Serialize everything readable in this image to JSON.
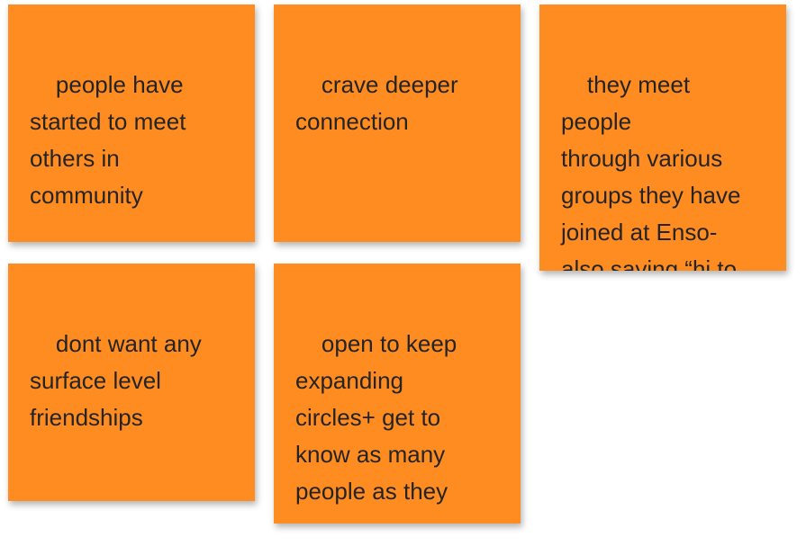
{
  "notes": [
    {
      "text": "people have\nstarted to meet\nothers in\ncommunity"
    },
    {
      "text": "crave deeper\nconnection"
    },
    {
      "text": "they meet people\nthrough various\ngroups they have\njoined at Enso-\nalso saying “hi to\ntheir dogs!"
    },
    {
      "text": "dont want any\nsurface level\nfriendships"
    },
    {
      "text": "open to keep\nexpanding\ncircles+ get to\nknow as many\npeople as they\ncan"
    }
  ],
  "colors": {
    "note_fill": "#ff8c21",
    "note_text": "#242424",
    "background": "#ffffff"
  }
}
